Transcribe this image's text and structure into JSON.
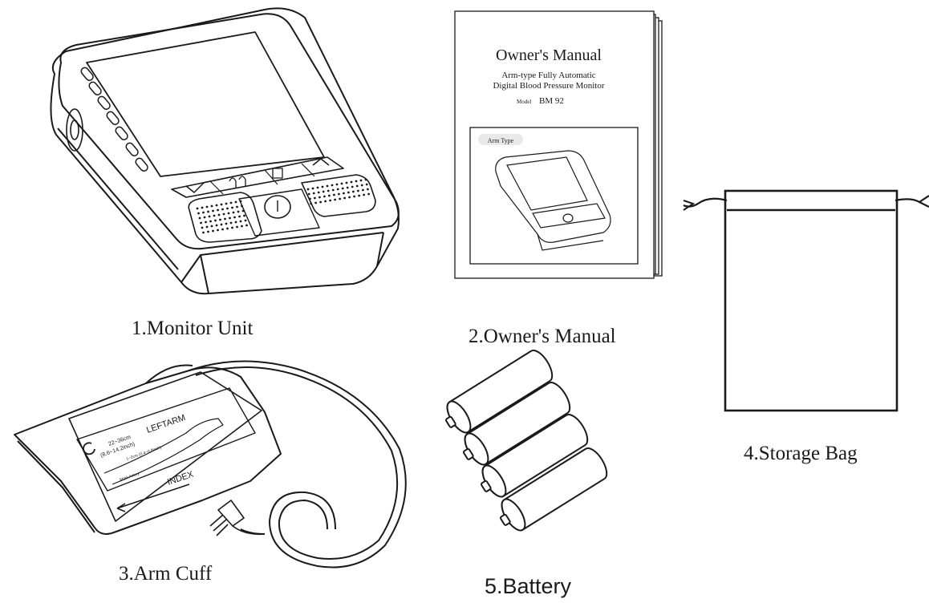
{
  "items": [
    {
      "caption": "1.Monitor Unit"
    },
    {
      "caption": "2.Owner's Manual"
    },
    {
      "caption": "3.Arm Cuff"
    },
    {
      "caption": "4.Storage Bag"
    },
    {
      "caption": "5.Battery"
    }
  ],
  "manual": {
    "title": "Owner's Manual",
    "subtitle_line1": "Arm-type Fully Automatic",
    "subtitle_line2": "Digital Blood Pressure Monitor",
    "model_label": "Model",
    "model_value": "BM 92",
    "badge": "Arm Type"
  },
  "cuff": {
    "left_arm": "LEFTARM",
    "size_cm": "22~36cm",
    "size_inch": "(8.6~14.2inch)",
    "index": "INDEX",
    "artery_spacing": "1~2cm (0.4~0.8inch)",
    "artery_mark": "Mark Artery"
  }
}
